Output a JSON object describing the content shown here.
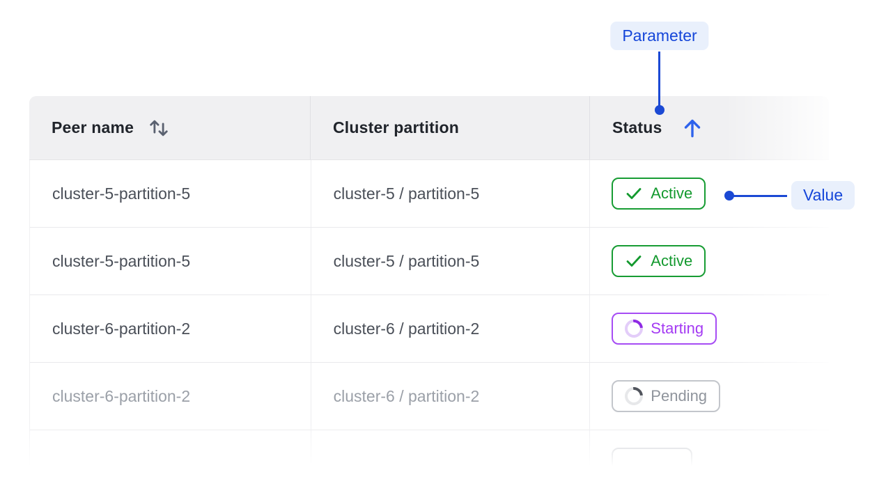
{
  "page": {
    "background": "#ffffff"
  },
  "annotations": {
    "parameter": {
      "label": "Parameter",
      "points_to": "Status column header"
    },
    "value": {
      "label": "Value",
      "points_to": "Active status badge"
    },
    "colors": {
      "line_blue": "#1b49d4",
      "pill_text_blue": "#1546d9",
      "pill_bg_blue": "#e9f0fc"
    }
  },
  "table": {
    "header": {
      "background": "#f0f0f2",
      "columns": [
        {
          "label": "Peer name",
          "sort_icon": "sort-both-icon",
          "sort_state": "sortable",
          "icon_color": "#5a6170"
        },
        {
          "label": "Cluster partition",
          "sort_icon": null,
          "sort_state": "none"
        },
        {
          "label": "Status",
          "sort_icon": "arrow-up-icon",
          "sort_state": "ascending",
          "icon_color": "#2e63ec"
        }
      ]
    },
    "rows": [
      {
        "peer_name": "cluster-5-partition-5",
        "cluster_partition": "cluster-5 / partition-5",
        "status": "Active",
        "status_kind": "active",
        "muted": false
      },
      {
        "peer_name": "cluster-5-partition-5",
        "cluster_partition": "cluster-5 / partition-5",
        "status": "Active",
        "status_kind": "active",
        "muted": false
      },
      {
        "peer_name": "cluster-6-partition-2",
        "cluster_partition": "cluster-6 / partition-2",
        "status": "Starting",
        "status_kind": "starting",
        "muted": false
      },
      {
        "peer_name": "cluster-6-partition-2",
        "cluster_partition": "cluster-6 / partition-2",
        "status": "Pending",
        "status_kind": "pending",
        "muted": true
      },
      {
        "peer_name": "",
        "cluster_partition": "",
        "status": "",
        "status_kind": "faded-partial",
        "muted": true
      }
    ],
    "status_styles": {
      "active": {
        "text_color": "#13992e",
        "border_color": "#179c33",
        "icon": "check-icon"
      },
      "starting": {
        "text_color": "#a43af3",
        "border_color": "#a64cf4",
        "icon": "spinner-icon"
      },
      "pending": {
        "text_color": "#8f949c",
        "border_color": "#c3c6cb",
        "icon": "spinner-icon"
      }
    }
  }
}
